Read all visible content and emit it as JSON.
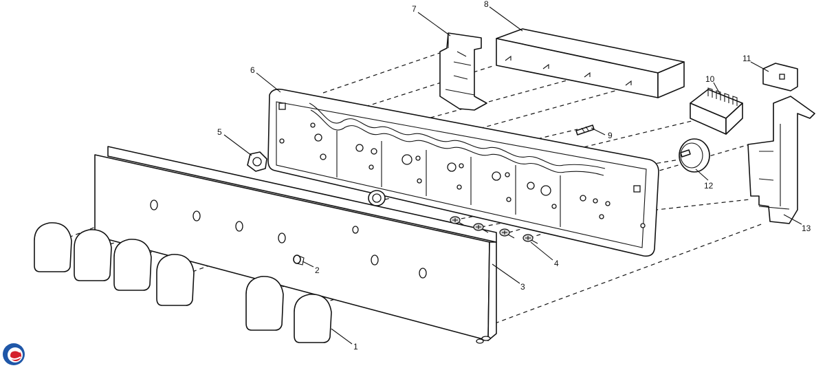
{
  "callouts": {
    "c1": "1",
    "c2": "2",
    "c3": "3",
    "c4": "4",
    "c5": "5",
    "c6": "6",
    "c7": "7",
    "c8": "8",
    "c9": "9",
    "c10": "10",
    "c11": "11",
    "c12": "12",
    "c13": "13"
  },
  "logo": {
    "colors": [
      "#1f57a8",
      "#d4202c"
    ]
  }
}
